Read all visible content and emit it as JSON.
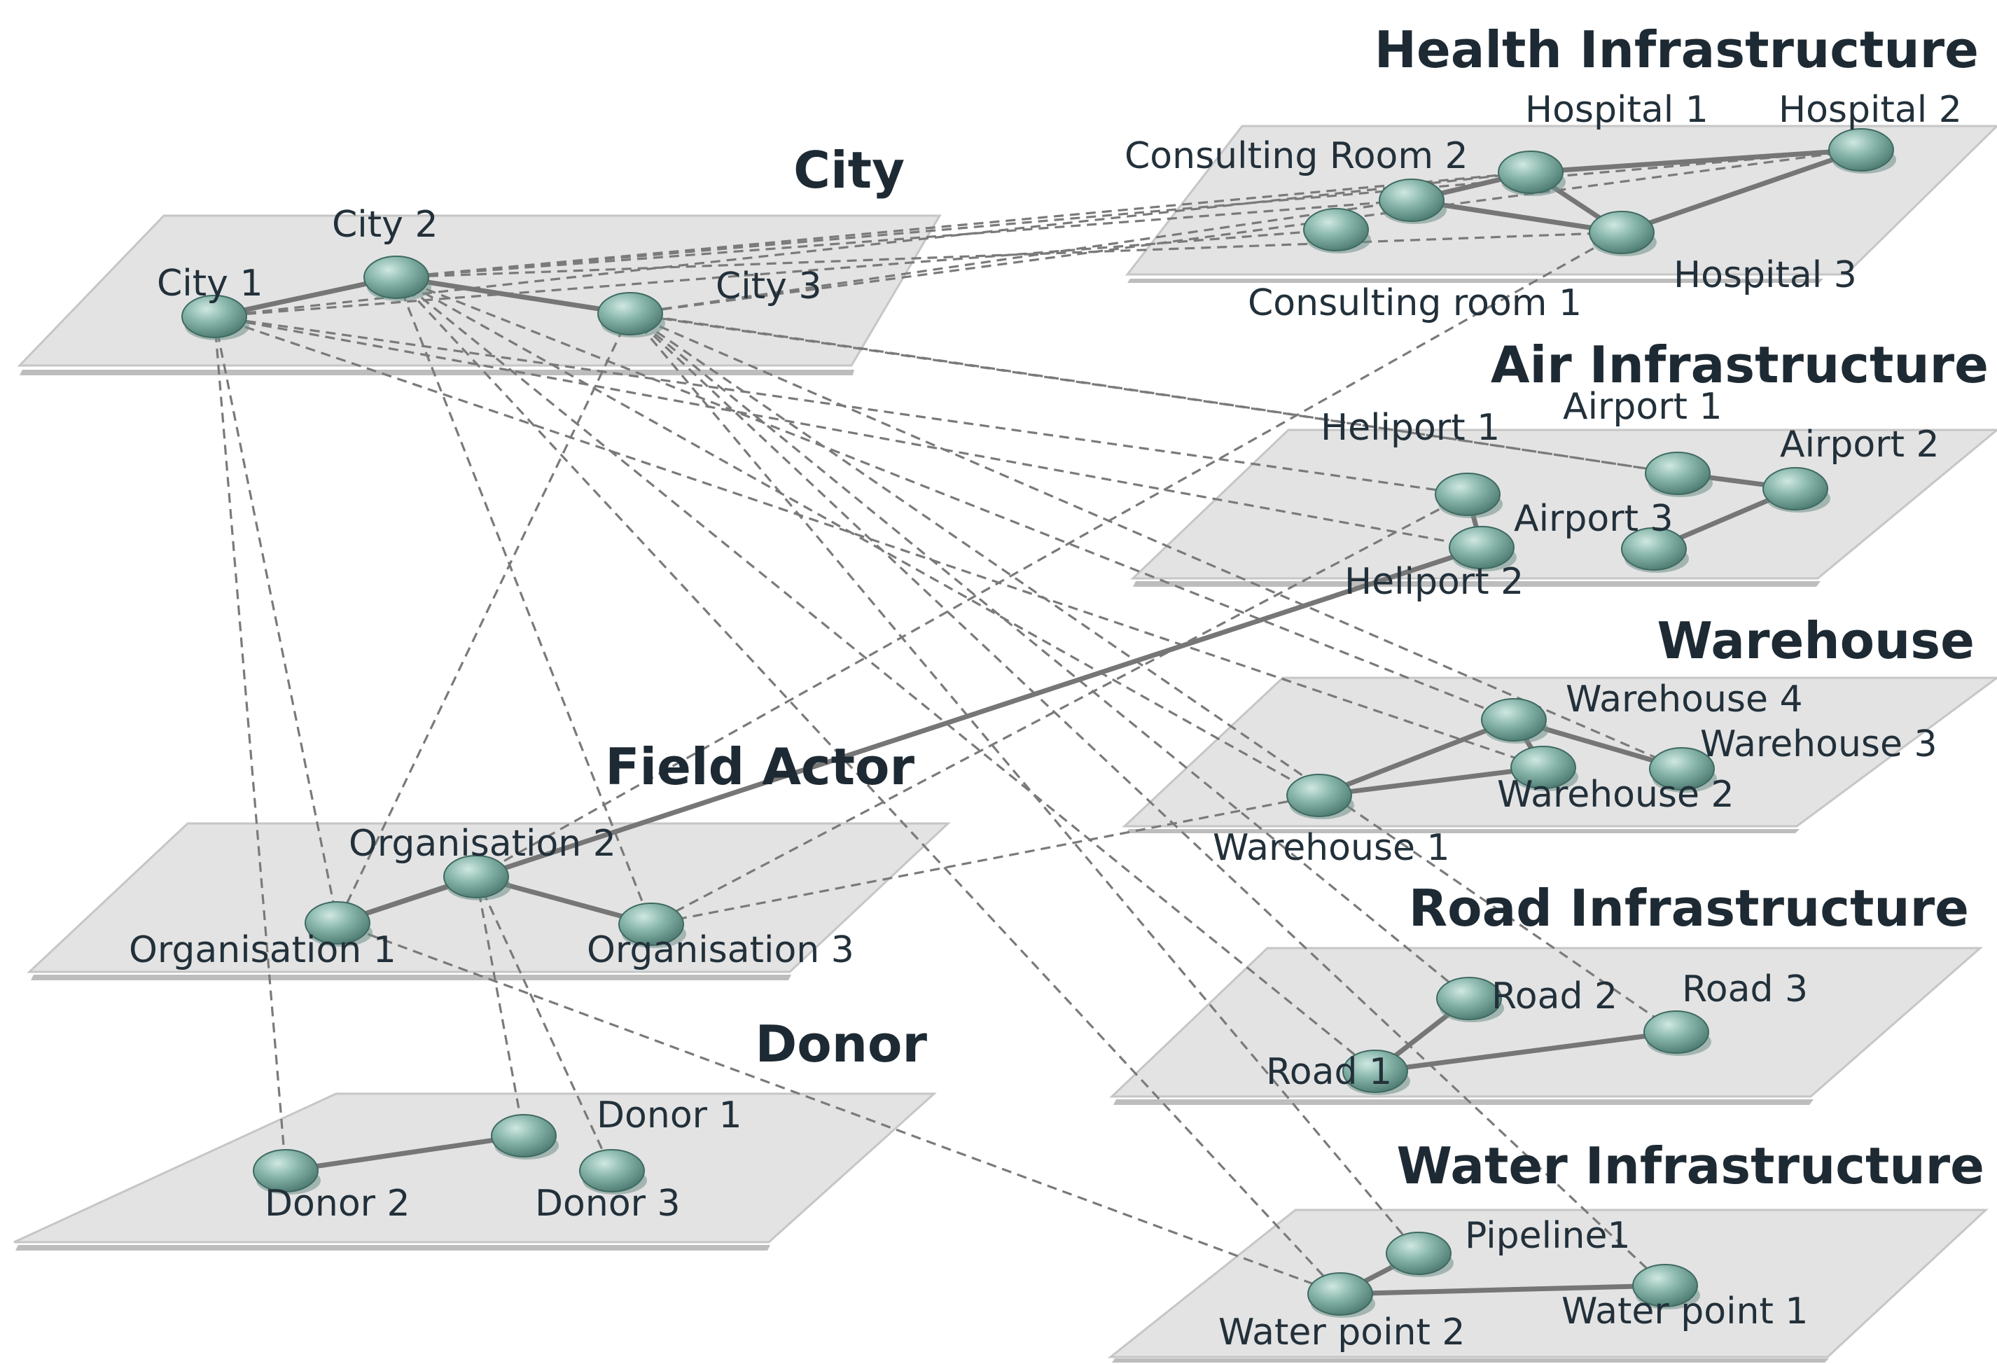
{
  "layers": [
    {
      "id": "city",
      "title": "City"
    },
    {
      "id": "health",
      "title": "Health Infrastructure"
    },
    {
      "id": "air",
      "title": "Air Infrastructure"
    },
    {
      "id": "warehouse",
      "title": "Warehouse"
    },
    {
      "id": "field",
      "title": "Field Actor"
    },
    {
      "id": "road",
      "title": "Road Infrastructure"
    },
    {
      "id": "donor",
      "title": "Donor"
    },
    {
      "id": "water",
      "title": "Water Infrastructure"
    }
  ],
  "nodes": [
    {
      "id": "city1",
      "label": "City 1",
      "layer": "city"
    },
    {
      "id": "city2",
      "label": "City 2",
      "layer": "city"
    },
    {
      "id": "city3",
      "label": "City 3",
      "layer": "city"
    },
    {
      "id": "hosp1",
      "label": "Hospital 1",
      "layer": "health"
    },
    {
      "id": "hosp2",
      "label": "Hospital 2",
      "layer": "health"
    },
    {
      "id": "hosp3",
      "label": "Hospital 3",
      "layer": "health"
    },
    {
      "id": "cr2",
      "label": "Consulting Room 2",
      "layer": "health"
    },
    {
      "id": "cr1",
      "label": "Consulting room 1",
      "layer": "health"
    },
    {
      "id": "heli1",
      "label": "Heliport 1",
      "layer": "air"
    },
    {
      "id": "heli2",
      "label": "Heliport 2",
      "layer": "air"
    },
    {
      "id": "air1",
      "label": "Airport 1",
      "layer": "air"
    },
    {
      "id": "air2",
      "label": "Airport 2",
      "layer": "air"
    },
    {
      "id": "air3",
      "label": "Airport 3",
      "layer": "air"
    },
    {
      "id": "wh4",
      "label": "Warehouse 4",
      "layer": "warehouse"
    },
    {
      "id": "wh3",
      "label": "Warehouse 3",
      "layer": "warehouse"
    },
    {
      "id": "wh2",
      "label": "Warehouse 2",
      "layer": "warehouse"
    },
    {
      "id": "wh1",
      "label": "Warehouse 1",
      "layer": "warehouse"
    },
    {
      "id": "org1",
      "label": "Organisation 1",
      "layer": "field"
    },
    {
      "id": "org2",
      "label": "Organisation 2",
      "layer": "field"
    },
    {
      "id": "org3",
      "label": "Organisation 3",
      "layer": "field"
    },
    {
      "id": "road1",
      "label": "Road 1",
      "layer": "road"
    },
    {
      "id": "road2",
      "label": "Road 2",
      "layer": "road"
    },
    {
      "id": "road3",
      "label": "Road 3",
      "layer": "road"
    },
    {
      "id": "donor1",
      "label": "Donor 1",
      "layer": "donor"
    },
    {
      "id": "donor2",
      "label": "Donor 2",
      "layer": "donor"
    },
    {
      "id": "donor3",
      "label": "Donor 3",
      "layer": "donor"
    },
    {
      "id": "pipe1",
      "label": "Pipeline1",
      "layer": "water"
    },
    {
      "id": "wp1",
      "label": "Water point 1",
      "layer": "water"
    },
    {
      "id": "wp2",
      "label": "Water point 2",
      "layer": "water"
    }
  ],
  "intra_edges": [
    [
      "city1",
      "city2"
    ],
    [
      "city2",
      "city3"
    ],
    [
      "hosp1",
      "hosp2"
    ],
    [
      "hosp1",
      "hosp3"
    ],
    [
      "hosp2",
      "hosp3"
    ],
    [
      "cr2",
      "hosp1"
    ],
    [
      "cr2",
      "hosp3"
    ],
    [
      "heli1",
      "heli2"
    ],
    [
      "air1",
      "air2"
    ],
    [
      "air2",
      "air3"
    ],
    [
      "wh1",
      "wh4"
    ],
    [
      "wh1",
      "wh2"
    ],
    [
      "wh4",
      "wh2"
    ],
    [
      "wh4",
      "wh3"
    ],
    [
      "org1",
      "org2"
    ],
    [
      "org2",
      "org3"
    ],
    [
      "road1",
      "road2"
    ],
    [
      "road1",
      "road3"
    ],
    [
      "donor2",
      "donor1"
    ],
    [
      "wp2",
      "pipe1"
    ],
    [
      "wp2",
      "wp1"
    ],
    [
      "heli2",
      "org1"
    ]
  ],
  "inter_edges": [
    [
      "city2",
      "hosp2"
    ],
    [
      "city2",
      "hosp1"
    ],
    [
      "city2",
      "cr2"
    ],
    [
      "city2",
      "hosp3"
    ],
    [
      "city1",
      "hosp1"
    ],
    [
      "city1",
      "cr1"
    ],
    [
      "city3",
      "hosp2"
    ],
    [
      "city3",
      "cr2"
    ],
    [
      "city2",
      "air1"
    ],
    [
      "city1",
      "heli1"
    ],
    [
      "city1",
      "heli2"
    ],
    [
      "city3",
      "air1"
    ],
    [
      "city2",
      "wh4"
    ],
    [
      "city2",
      "wh1"
    ],
    [
      "city1",
      "wh2"
    ],
    [
      "city3",
      "wh3"
    ],
    [
      "city3",
      "road2"
    ],
    [
      "city3",
      "road3"
    ],
    [
      "city2",
      "road1"
    ],
    [
      "city3",
      "pipe1"
    ],
    [
      "city2",
      "wp2"
    ],
    [
      "city3",
      "wp1"
    ],
    [
      "city1",
      "org1"
    ],
    [
      "city2",
      "org3"
    ],
    [
      "city3",
      "org1"
    ],
    [
      "city1",
      "donor2"
    ],
    [
      "hosp3",
      "org2"
    ],
    [
      "heli1",
      "org3"
    ],
    [
      "wh1",
      "org3"
    ],
    [
      "org1",
      "wp2"
    ],
    [
      "org2",
      "donor1"
    ],
    [
      "org2",
      "donor3"
    ]
  ]
}
